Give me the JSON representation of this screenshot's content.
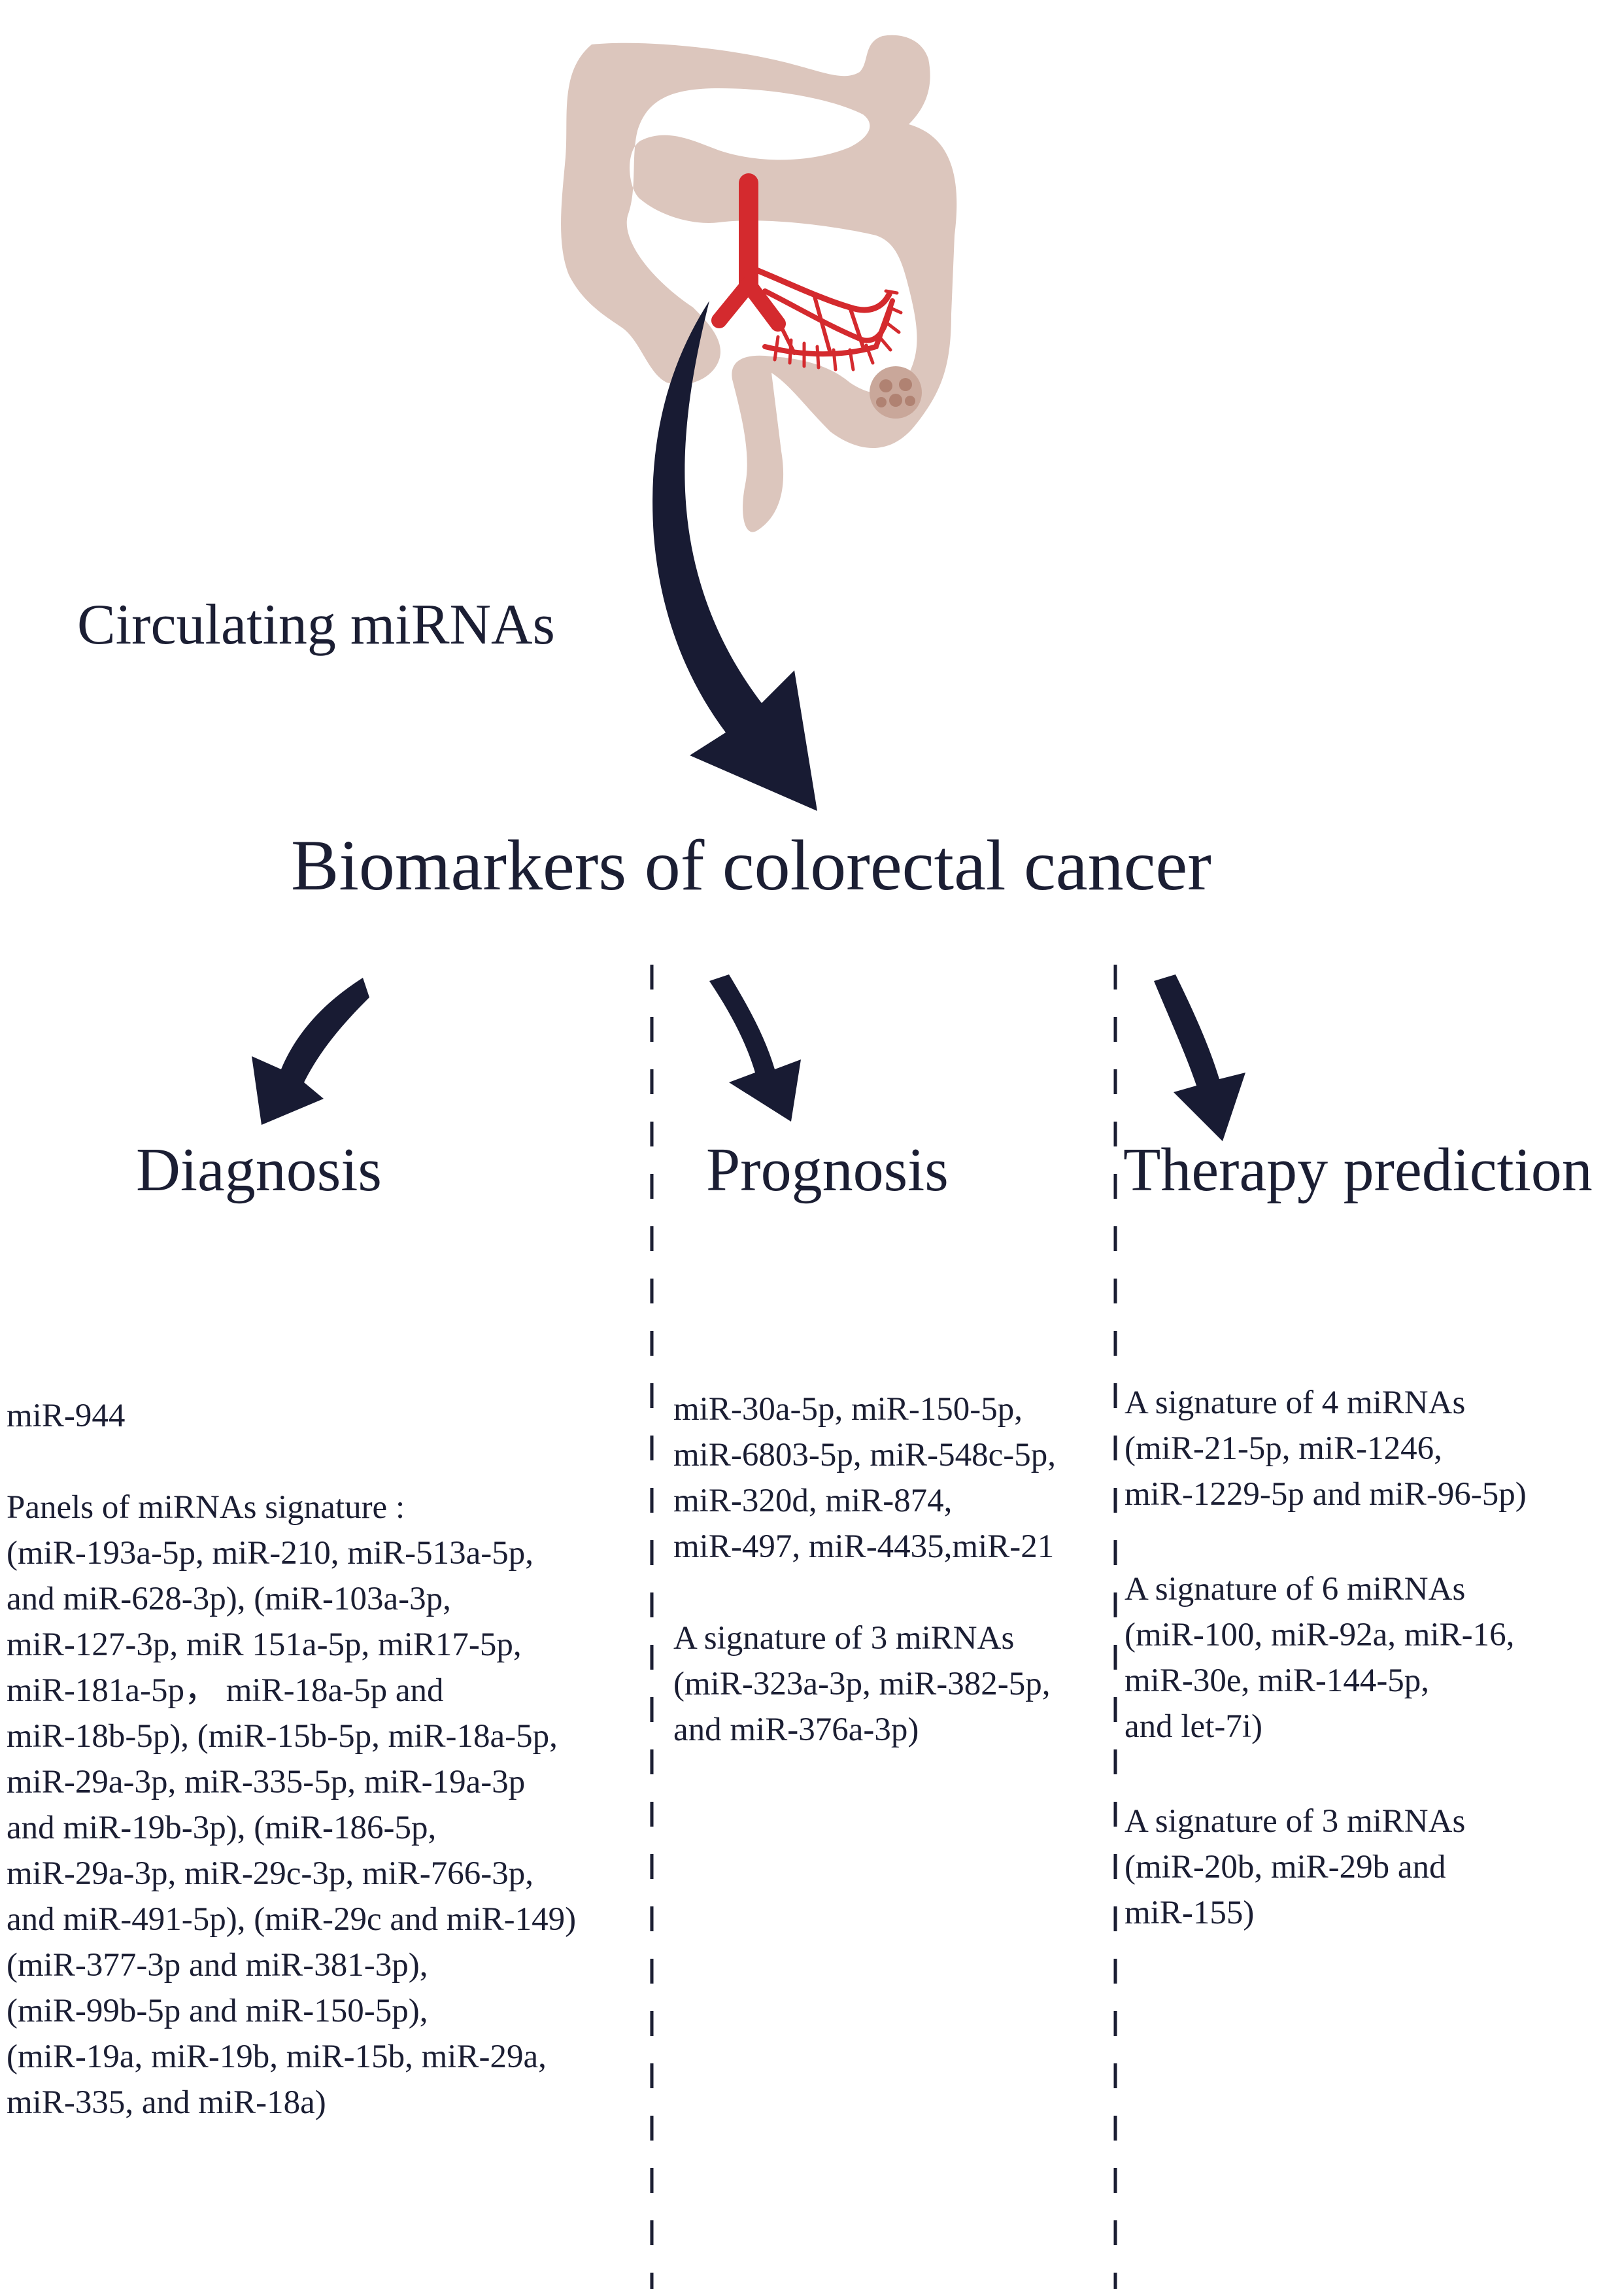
{
  "labels": {
    "circulating": "Circulating miRNAs",
    "title": "Biomarkers of colorectal cancer",
    "diagnosis": "Diagnosis",
    "prognosis": "Prognosis",
    "therapy": "Therapy prediction"
  },
  "diagnosis": {
    "first": "miR-944",
    "panel": "Panels of miRNAs signature :\n(miR-193a-5p, miR-210, miR-513a-5p,\nand miR-628-3p), (miR-103a-3p,\nmiR-127-3p, miR 151a-5p, miR17-5p,\nmiR-181a-5p，  miR-18a-5p and\nmiR-18b-5p), (miR-15b-5p, miR-18a-5p,\nmiR-29a-3p, miR-335-5p, miR-19a-3p\nand miR-19b-3p), (miR-186-5p,\nmiR-29a-3p, miR-29c-3p, miR-766-3p,\nand miR-491-5p), (miR-29c and miR-149)\n(miR-377-3p and miR-381-3p),\n(miR-99b-5p and miR-150-5p),\n(miR-19a, miR-19b, miR-15b, miR-29a,\nmiR-335, and miR-18a)"
  },
  "prognosis": {
    "list": "miR-30a-5p, miR-150-5p,\nmiR-6803-5p, miR-548c-5p,\nmiR-320d, miR-874,\nmiR-497, miR-4435,miR-21",
    "signature": "A signature of 3 miRNAs\n(miR-323a-3p, miR-382-5p,\nand miR-376a-3p)"
  },
  "therapy": {
    "sig1": "A signature of 4 miRNAs\n(miR-21-5p, miR-1246,\nmiR-1229-5p and miR-96-5p)",
    "sig2": "A signature of 6 miRNAs\n(miR-100, miR-92a, miR-16,\nmiR-30e, miR-144-5p,\nand let-7i)",
    "sig3": "A signature of 3 miRNAs\n(miR-20b, miR-29b and\nmiR-155)"
  },
  "colors": {
    "colon": "#dcc6bd",
    "artery": "#d42a2e",
    "arrow": "#181b33",
    "text": "#1b1e33"
  }
}
